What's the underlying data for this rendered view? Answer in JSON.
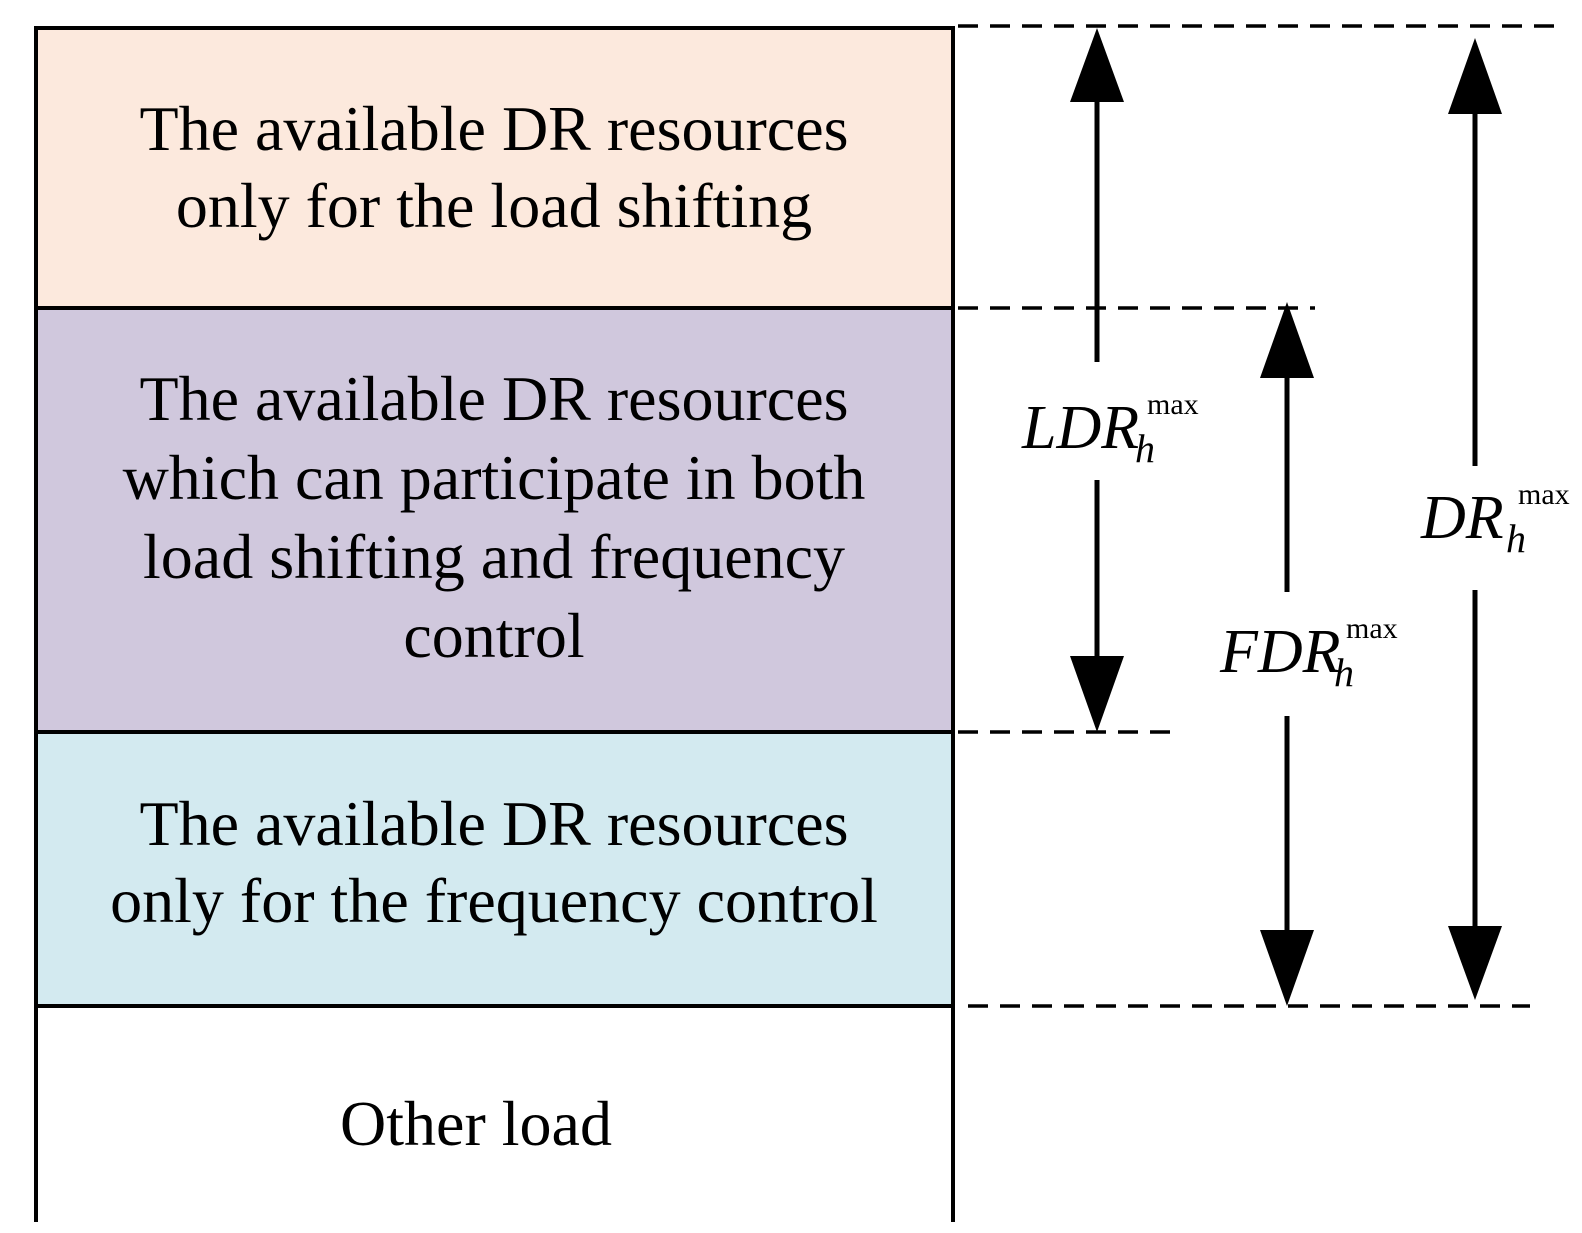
{
  "blocks": [
    {
      "id": "load-shifting-only",
      "lines": [
        "The available DR resources",
        "only for the load shifting"
      ],
      "fill": "#fce9dd"
    },
    {
      "id": "both",
      "lines": [
        "The available DR resources",
        "which can participate in both",
        "load shifting and frequency",
        "control"
      ],
      "fill": "#d0c8dd"
    },
    {
      "id": "frequency-only",
      "lines": [
        "The available DR resources",
        "only for the frequency control"
      ],
      "fill": "#d3eaf0"
    },
    {
      "id": "other-load",
      "lines": [
        "Other load"
      ],
      "fill": "#ffffff"
    }
  ],
  "dimensions": [
    {
      "id": "ldr",
      "base": "LDR",
      "sub": "h",
      "sup": "max"
    },
    {
      "id": "fdr",
      "base": "FDR",
      "sub": "h",
      "sup": "max"
    },
    {
      "id": "dr",
      "base": "DR",
      "sub": "h",
      "sup": "max"
    }
  ]
}
